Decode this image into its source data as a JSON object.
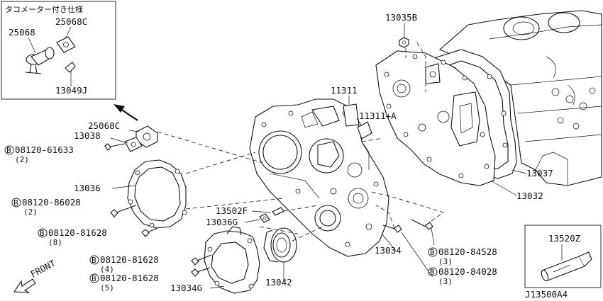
{
  "inset_top_left": {
    "title": "タコメーター付き仕様",
    "parts": [
      "25068",
      "25068C",
      "13049J"
    ]
  },
  "inset_bottom_right": {
    "part": "13520Z"
  },
  "diagram_code": "J13500A4",
  "direction_label": "FRONT",
  "bolts": [
    {
      "code": "08120-61633",
      "qty": "(2)"
    },
    {
      "code": "08120-86028",
      "qty": "(2)"
    },
    {
      "code": "08120-81628",
      "qty": "(8)"
    },
    {
      "code": "08120-81628",
      "qty": "(4)"
    },
    {
      "code": "08120-81628",
      "qty": "(5)"
    },
    {
      "code": "08120-84528",
      "qty": "(3)"
    },
    {
      "code": "08120-84028",
      "qty": "(3)"
    }
  ],
  "bolt_prefix": "B",
  "parts": {
    "p13035B": "13035B",
    "p11311": "11311",
    "p11311A": "11311+A",
    "p25068C": "25068C",
    "p13038": "13038",
    "p13036": "13036",
    "p13502F": "13502F",
    "p13036G": "13036G",
    "p13034": "13034",
    "p13037": "13037",
    "p13032": "13032",
    "p13042": "13042",
    "p13034G": "13034G"
  }
}
